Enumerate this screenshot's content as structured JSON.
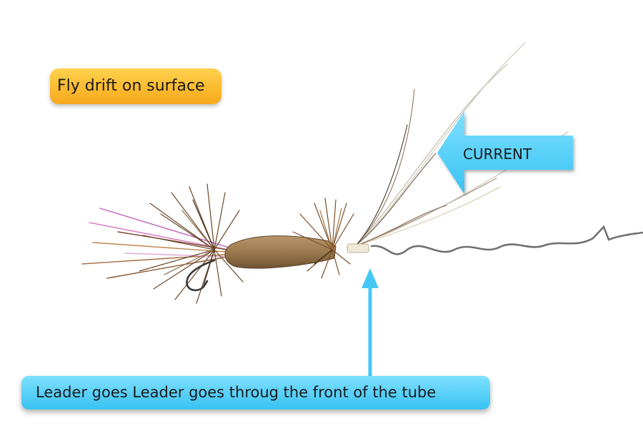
{
  "labels": {
    "drift": "Fly drift on surface",
    "current": "CURRENT",
    "leader": "Leader goes Leader goes throug the front of the tube"
  },
  "colors": {
    "drift_callout": "#f9b62c",
    "blue_callout": "#45c8f5",
    "leader_line": "#707070",
    "fly_body": "#9c7a4f",
    "hackle": "#6b4a2c",
    "hook": "#3a3a3a",
    "accent_flash": "#c060b8"
  },
  "icons": [
    "left-arrow-icon",
    "up-arrow-icon",
    "fly-icon",
    "hook-icon"
  ]
}
